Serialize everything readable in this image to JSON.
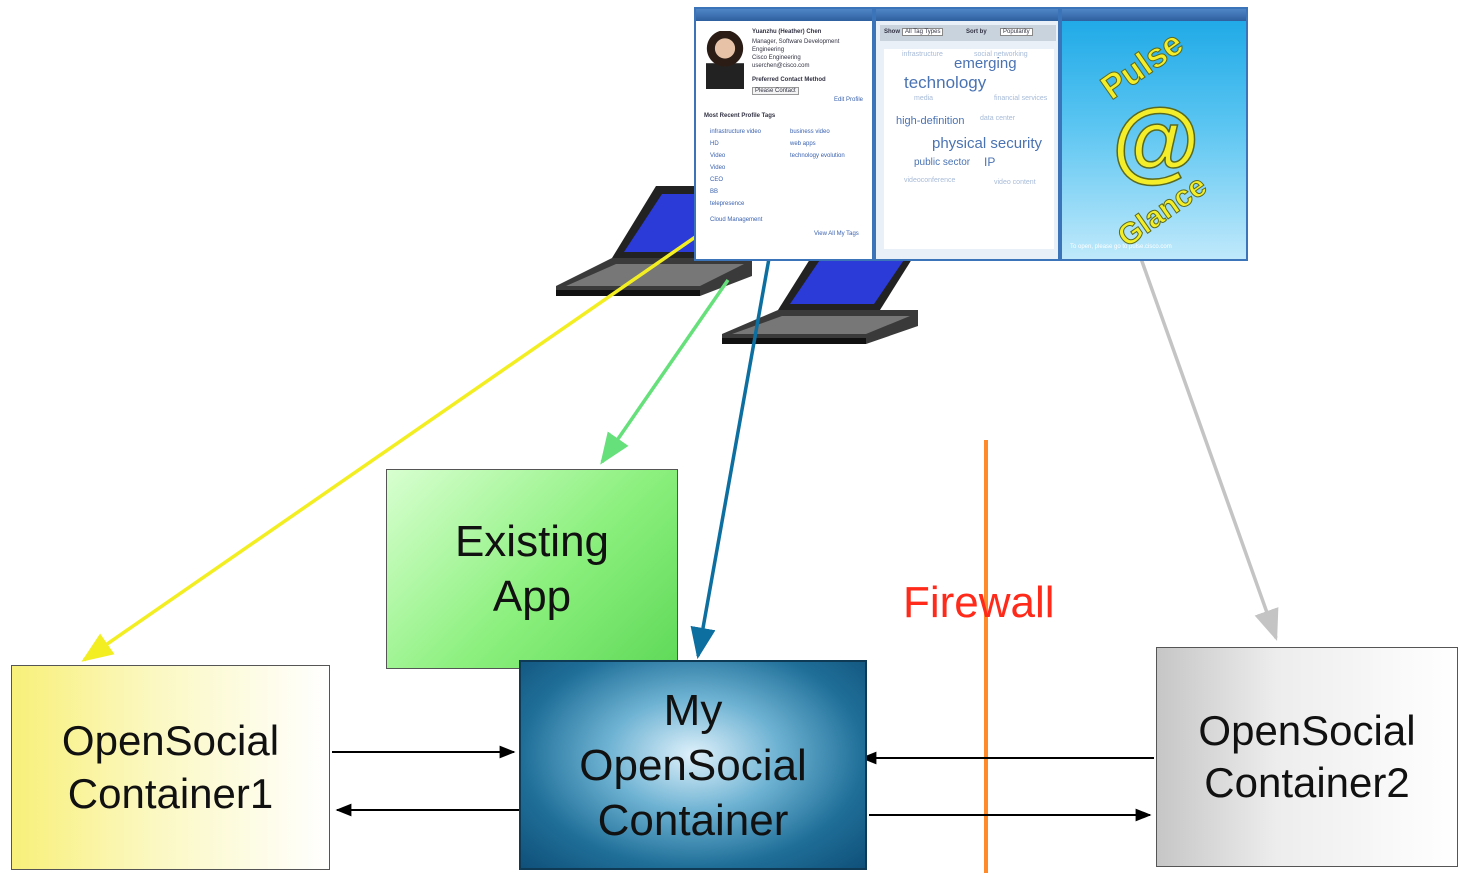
{
  "labels": {
    "existing_app": [
      "Existing",
      "App"
    ],
    "container1": [
      "OpenSocial",
      "Container1"
    ],
    "my_container": [
      "My",
      "OpenSocial",
      "Container"
    ],
    "container2": [
      "OpenSocial",
      "Container2"
    ],
    "firewall": "Firewall"
  },
  "screens": {
    "profile": {
      "name": "Yuanzhu (Heather) Chen",
      "details": [
        "Manager, Software Development",
        "Engineering",
        "Cisco Engineering",
        "userchen@cisco.com"
      ],
      "preferred_contact_label": "Preferred Contact Method",
      "preferred_contact_value": "Please Contact",
      "edit_profile": "Edit Profile",
      "recent_tags_heading": "Most Recent Profile Tags",
      "tags_left": [
        "infrastructure video",
        "HD",
        "Video",
        "Video",
        "CEO",
        "BB",
        "telepresence"
      ],
      "tags_right": [
        "business video",
        "web apps",
        "technology evolution"
      ],
      "footer_link": "View All My Tags",
      "footer_item": "Cloud Management"
    },
    "tags": {
      "filter_label": "Show",
      "filter_value": "All Tag Types",
      "sort_label": "Sort by",
      "sort_value": "Popularity",
      "cloud": [
        {
          "text": "emerging",
          "size": 15,
          "dim": false
        },
        {
          "text": "technology",
          "size": 17,
          "dim": false
        },
        {
          "text": "high-definition",
          "size": 11,
          "dim": false
        },
        {
          "text": "physical security",
          "size": 15,
          "dim": false
        },
        {
          "text": "public sector",
          "size": 10,
          "dim": false
        },
        {
          "text": "IP",
          "size": 12,
          "dim": false
        },
        {
          "text": "infrastructure",
          "size": 7,
          "dim": true
        },
        {
          "text": "social networking",
          "size": 7,
          "dim": true
        },
        {
          "text": "media",
          "size": 7,
          "dim": true
        },
        {
          "text": "financial services",
          "size": 7,
          "dim": true
        },
        {
          "text": "data center",
          "size": 7,
          "dim": true
        },
        {
          "text": "videoconference",
          "size": 7,
          "dim": true
        },
        {
          "text": "video content",
          "size": 7,
          "dim": true
        }
      ]
    },
    "pulse": {
      "art_text": [
        "Pulse",
        "@",
        "Glance"
      ],
      "footer": "To open, please go to pulse.cisco.com"
    }
  },
  "colors": {
    "yellow_arrow": "#f2ee22",
    "green_arrow": "#66e07a",
    "blue_arrow": "#0d6ea0",
    "gray_arrow": "#c4c4c4",
    "firewall_line": "#ff8a2a",
    "firewall_text": "#ff2a1a"
  }
}
